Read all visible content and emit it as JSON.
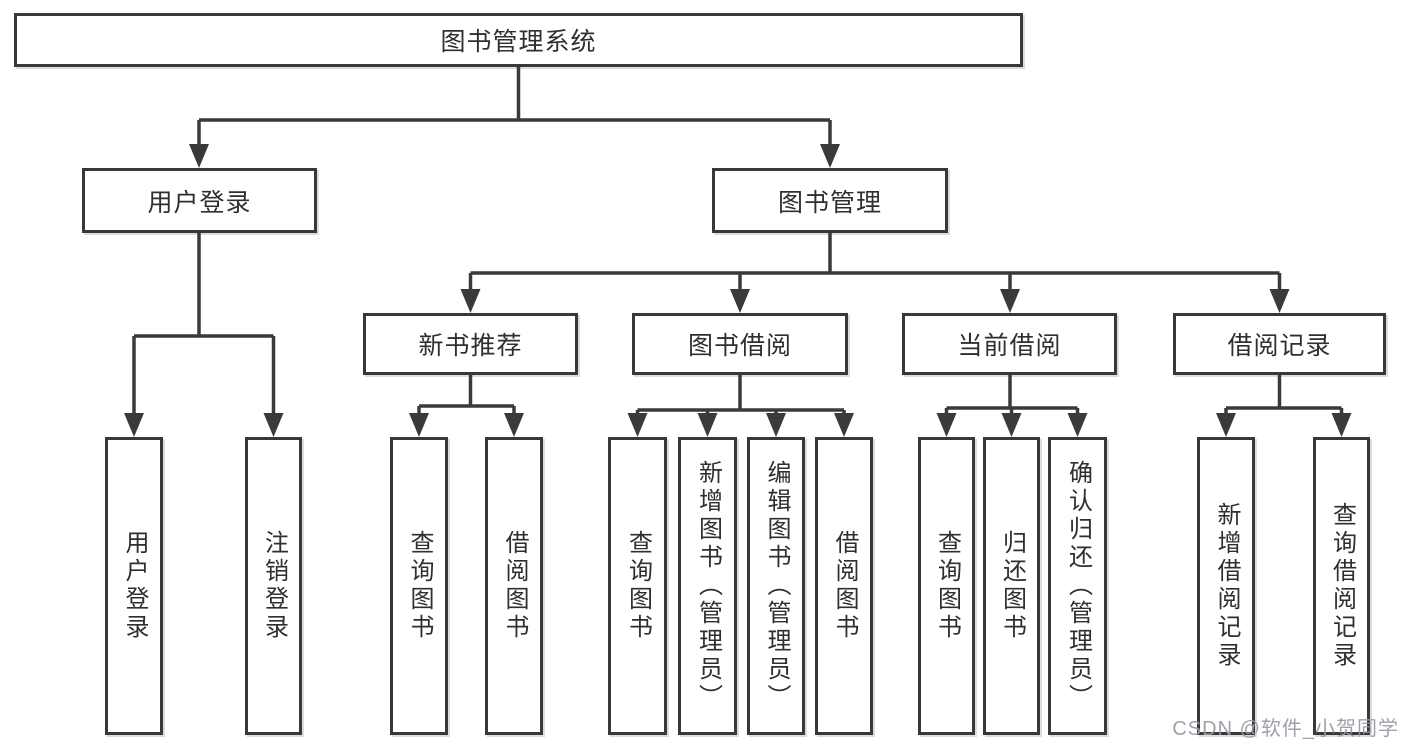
{
  "diagram": {
    "root": "图书管理系统",
    "level2": [
      "用户登录",
      "图书管理"
    ],
    "level3": [
      "新书推荐",
      "图书借阅",
      "当前借阅",
      "借阅记录"
    ],
    "leaves": {
      "login": [
        "用户登录",
        "注销登录"
      ],
      "new_books": [
        "查询图书",
        "借阅图书"
      ],
      "book_borrow": [
        "查询图书",
        "新增图书（管理员）",
        "编辑图书（管理员）",
        "借阅图书"
      ],
      "current_borrow": [
        "查询图书",
        "归还图书",
        "确认归还（管理员）"
      ],
      "borrow_records": [
        "新增借阅记录",
        "查询借阅记录"
      ]
    }
  },
  "watermark": {
    "text": "CSDN @软件_小贺同学"
  },
  "colors": {
    "line": "#3a3a3a",
    "box_border": "#383838",
    "text": "#2f2f2f",
    "watermark": "#989da4",
    "background": "#ffffff"
  }
}
